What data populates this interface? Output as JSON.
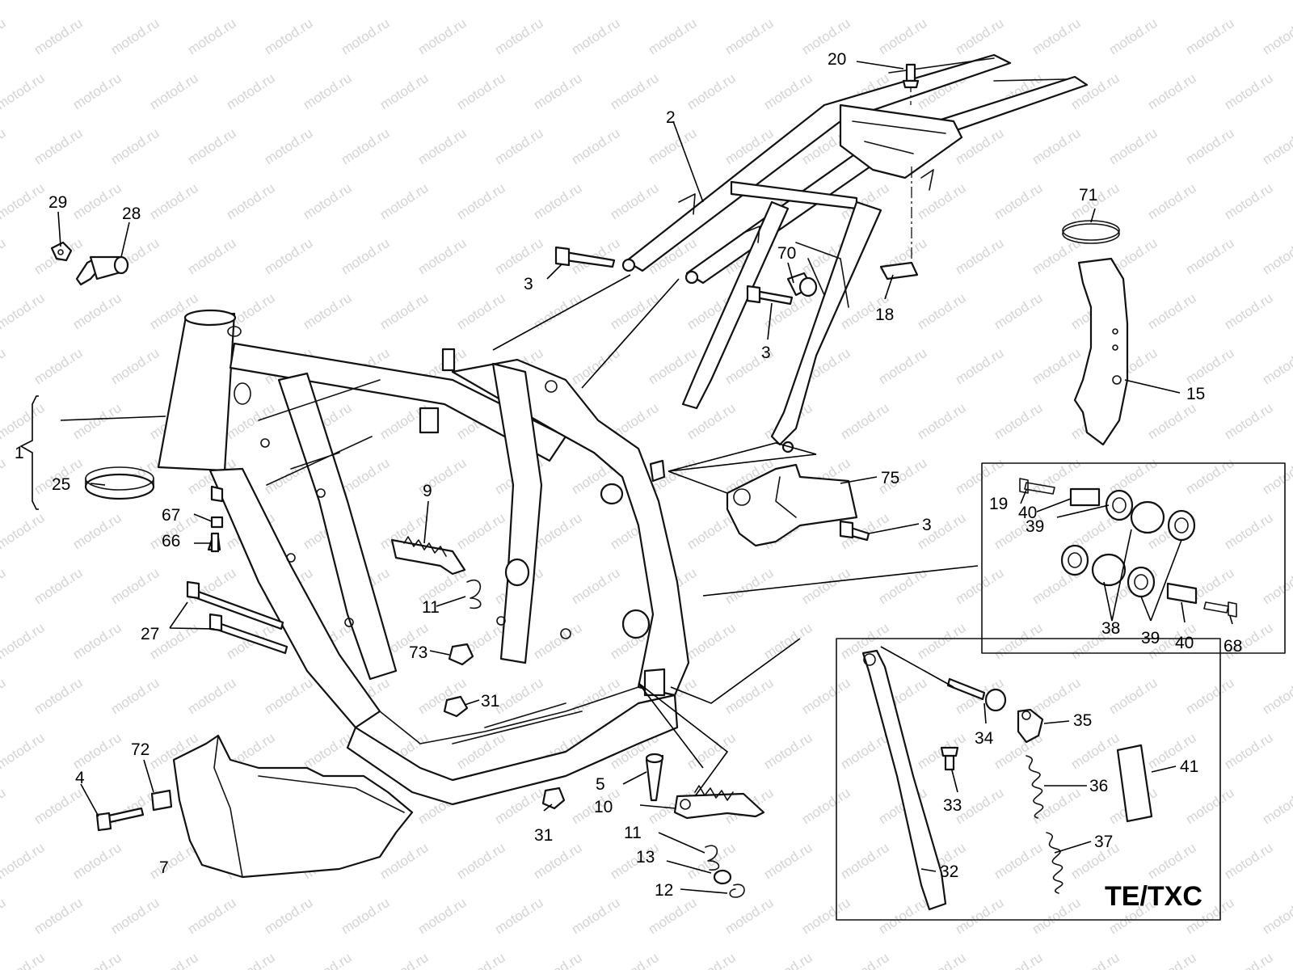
{
  "watermark": "motod.ru",
  "variant_label": "TE/TXC",
  "parts": [
    {
      "id": "p1",
      "label": "1"
    },
    {
      "id": "p2",
      "label": "2"
    },
    {
      "id": "p3a",
      "label": "3"
    },
    {
      "id": "p3b",
      "label": "3"
    },
    {
      "id": "p3c",
      "label": "3"
    },
    {
      "id": "p4",
      "label": "4"
    },
    {
      "id": "p5",
      "label": "5"
    },
    {
      "id": "p7",
      "label": "7"
    },
    {
      "id": "p9",
      "label": "9"
    },
    {
      "id": "p10",
      "label": "10"
    },
    {
      "id": "p11a",
      "label": "11"
    },
    {
      "id": "p11b",
      "label": "11"
    },
    {
      "id": "p12",
      "label": "12"
    },
    {
      "id": "p13",
      "label": "13"
    },
    {
      "id": "p15",
      "label": "15"
    },
    {
      "id": "p18",
      "label": "18"
    },
    {
      "id": "p19",
      "label": "19"
    },
    {
      "id": "p20",
      "label": "20"
    },
    {
      "id": "p25",
      "label": "25"
    },
    {
      "id": "p27",
      "label": "27"
    },
    {
      "id": "p28",
      "label": "28"
    },
    {
      "id": "p29",
      "label": "29"
    },
    {
      "id": "p31a",
      "label": "31"
    },
    {
      "id": "p31b",
      "label": "31"
    },
    {
      "id": "p32",
      "label": "32"
    },
    {
      "id": "p33",
      "label": "33"
    },
    {
      "id": "p34",
      "label": "34"
    },
    {
      "id": "p35",
      "label": "35"
    },
    {
      "id": "p36",
      "label": "36"
    },
    {
      "id": "p37",
      "label": "37"
    },
    {
      "id": "p38",
      "label": "38"
    },
    {
      "id": "p39a",
      "label": "39"
    },
    {
      "id": "p39b",
      "label": "39"
    },
    {
      "id": "p40a",
      "label": "40"
    },
    {
      "id": "p40b",
      "label": "40"
    },
    {
      "id": "p41",
      "label": "41"
    },
    {
      "id": "p66",
      "label": "66"
    },
    {
      "id": "p67",
      "label": "67"
    },
    {
      "id": "p68",
      "label": "68"
    },
    {
      "id": "p70",
      "label": "70"
    },
    {
      "id": "p71",
      "label": "71"
    },
    {
      "id": "p72",
      "label": "72"
    },
    {
      "id": "p73",
      "label": "73"
    },
    {
      "id": "p75",
      "label": "75"
    }
  ]
}
